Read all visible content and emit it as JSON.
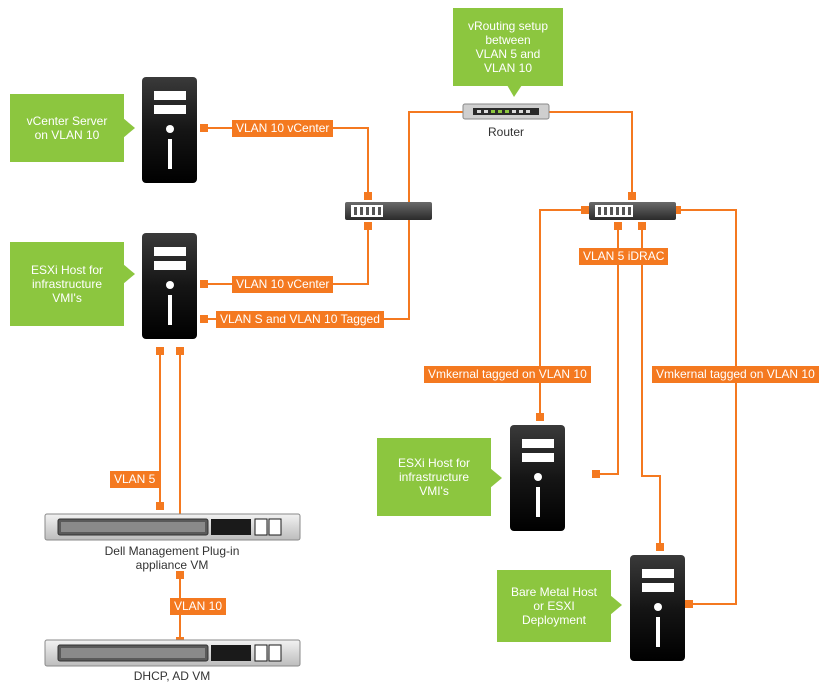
{
  "callouts": {
    "vrouting": "vRouting setup\nbetween\nVLAN 5 and\nVLAN 10",
    "vcenter_server": "vCenter Server\non VLAN 10",
    "esxi_host_left": "ESXi Host for\ninfrastructure\nVMI's",
    "esxi_host_right": "ESXi Host for\ninfrastructure\nVMI's",
    "bare_metal": "Bare Metal Host\nor ESXI\nDeployment"
  },
  "links": {
    "vlan10_vcenter_1": "VLAN 10 vCenter",
    "vlan10_vcenter_2": "VLAN 10 vCenter",
    "vlan5_vlan10_tagged": "VLAN S and VLAN 10 Tagged",
    "vlan5_idrac": "VLAN 5 iDRAC",
    "vmkernal_left": "Vmkernal tagged on VLAN 10",
    "vmkernal_right": "Vmkernal tagged on VLAN 10",
    "vlan5": "VLAN 5",
    "vlan10": "VLAN 10"
  },
  "captions": {
    "router": "Router",
    "dell_plugin": "Dell Management Plug-in\nappliance VM",
    "dhcp_ad": "DHCP, AD VM"
  },
  "colors": {
    "orange": "#f47920",
    "green": "#8cc63f",
    "server_body": "#1a1a1a",
    "rack_silver": "#d9d9d9"
  }
}
